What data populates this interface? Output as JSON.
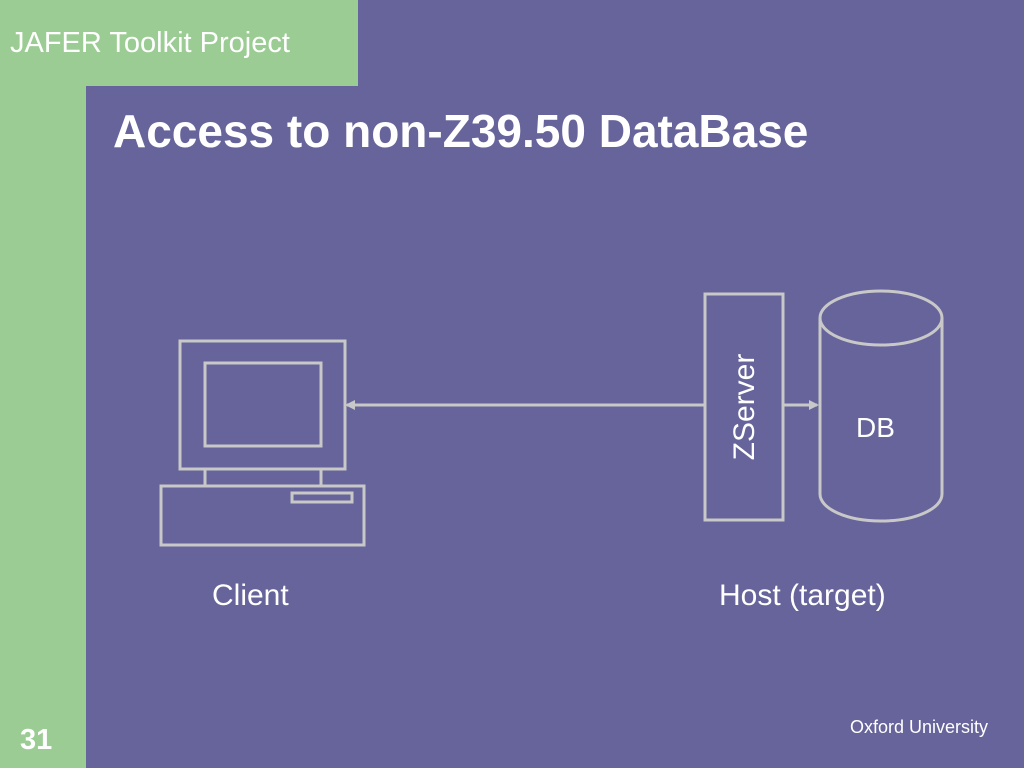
{
  "header": {
    "project_name": "JAFER Toolkit Project"
  },
  "slide": {
    "title": "Access to non-Z39.50 DataBase",
    "number": "31"
  },
  "diagram": {
    "client_label": "Client",
    "host_label": "Host (target)",
    "zserver_label": "ZServer",
    "db_label": "DB"
  },
  "footer": {
    "organization": "Oxford University"
  },
  "colors": {
    "background": "#66649a",
    "accent": "#9bcc93",
    "line": "#c8c8c8"
  }
}
